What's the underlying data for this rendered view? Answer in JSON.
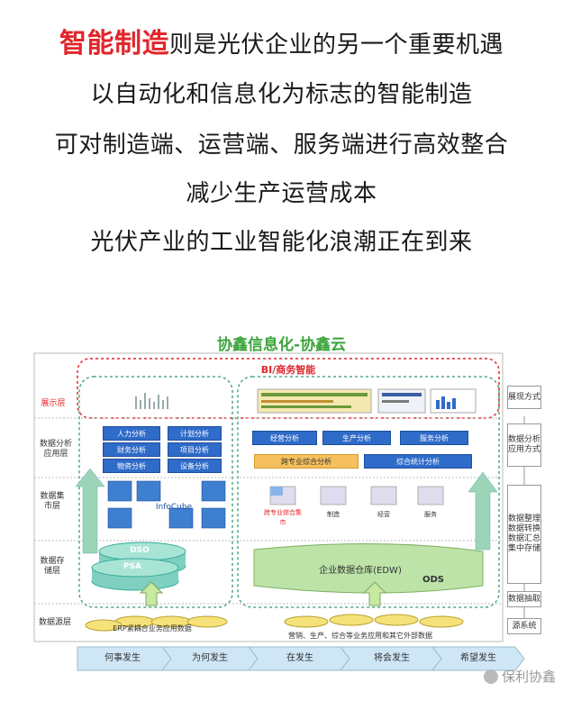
{
  "headline": {
    "line1_highlight": "智能制造",
    "line1_rest": "则是光伏企业的另一个重要机遇",
    "line2": "以自动化和信息化为标志的智能制造",
    "line3": "可对制造端、运营端、服务端进行高效整合",
    "line4": "减少生产运营成本",
    "line5": "光伏产业的工业智能化浪潮正在到来"
  },
  "diagram": {
    "title": "协鑫信息化-协鑫云",
    "bi_label": "BI/商务智能",
    "left_layers": {
      "display": "展示层",
      "analysis": "数据分析应用层",
      "mart": "数据集市层",
      "storage": "数据存储层",
      "source": "数据源层"
    },
    "right_labels": {
      "display_mode": "展现方式",
      "analysis_mode": "数据分析应用方式",
      "process": "数据整理数据转换数据汇总集中存储",
      "extract": "数据抽取",
      "source_system": "源系统"
    },
    "left_analysis": [
      "人力分析",
      "计划分析",
      "财务分析",
      "项目分析",
      "物资分析",
      "设备分析"
    ],
    "infocube": "InfoCube",
    "dso": "DSO",
    "psa": "PSA",
    "erp_source": "ERP紧耦合业务应用数据",
    "right_analysis": [
      "经营分析",
      "生产分析",
      "服务分析"
    ],
    "cross_analysis": "跨专业综合分析",
    "integrated_analysis": "综合统计分析",
    "marts": [
      "跨专业综合集市",
      "制造",
      "经营",
      "服务"
    ],
    "edw": "企业数据仓库(EDW)",
    "ods": "ODS",
    "right_source": "营销、生产、综合等业务应用和其它外部数据",
    "timeline": [
      "何事发生",
      "为何发生",
      "在发生",
      "将会发生",
      "希望发生"
    ]
  },
  "watermark": "保利协鑫",
  "colors": {
    "highlight": "#e0262b",
    "title_green": "#3aa43a",
    "blue": "#2f6bc8",
    "orange": "#f6c05e"
  }
}
